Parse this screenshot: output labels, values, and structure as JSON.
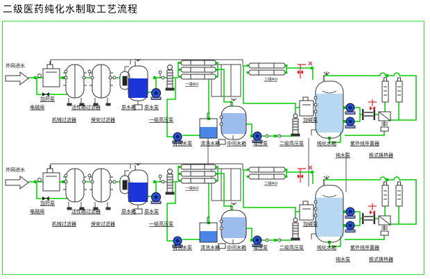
{
  "title": "二级医药纯化水制取工艺流程",
  "diagram": {
    "pipe_color": "#00cc00",
    "border_color": "#33dd33",
    "alert_color": "#e22222",
    "raw_water_fill": "#1b35d8",
    "purified_water_fill": "#b8d8f2",
    "intermediate_water_fill": "#9bbcec",
    "cleaning_water_fill": "#4a86e8",
    "pump_fill": "#2853d6"
  },
  "labels": {
    "inlet": "外网进水",
    "dosing_pump": "加药泵",
    "solenoid_valve": "电磁阀",
    "mechanical_filter": "机械过滤器",
    "carbon_filter": "活性碳过滤器",
    "security_filter": "保安过滤器",
    "raw_water_tank": "原水箱",
    "raw_water_pump": "原水泵",
    "stage1_hp_pump": "一级高压泵",
    "stage1_ro": "一级RO",
    "cleaning_pump": "清洗水泵",
    "cleaning_tank": "清洗水箱",
    "intermediate_tank": "中间水箱",
    "booster_pump": "增压泵",
    "alkali_pump": "加碱泵",
    "stage2_hp_pump": "二级高压泵",
    "stage2_ro": "二级RO",
    "purified_tank": "纯化水箱",
    "pure_water_pump": "纯水泵",
    "uv_sterilizer": "紫外线杀菌器",
    "plate_heat_exchanger": "板式换热器"
  }
}
